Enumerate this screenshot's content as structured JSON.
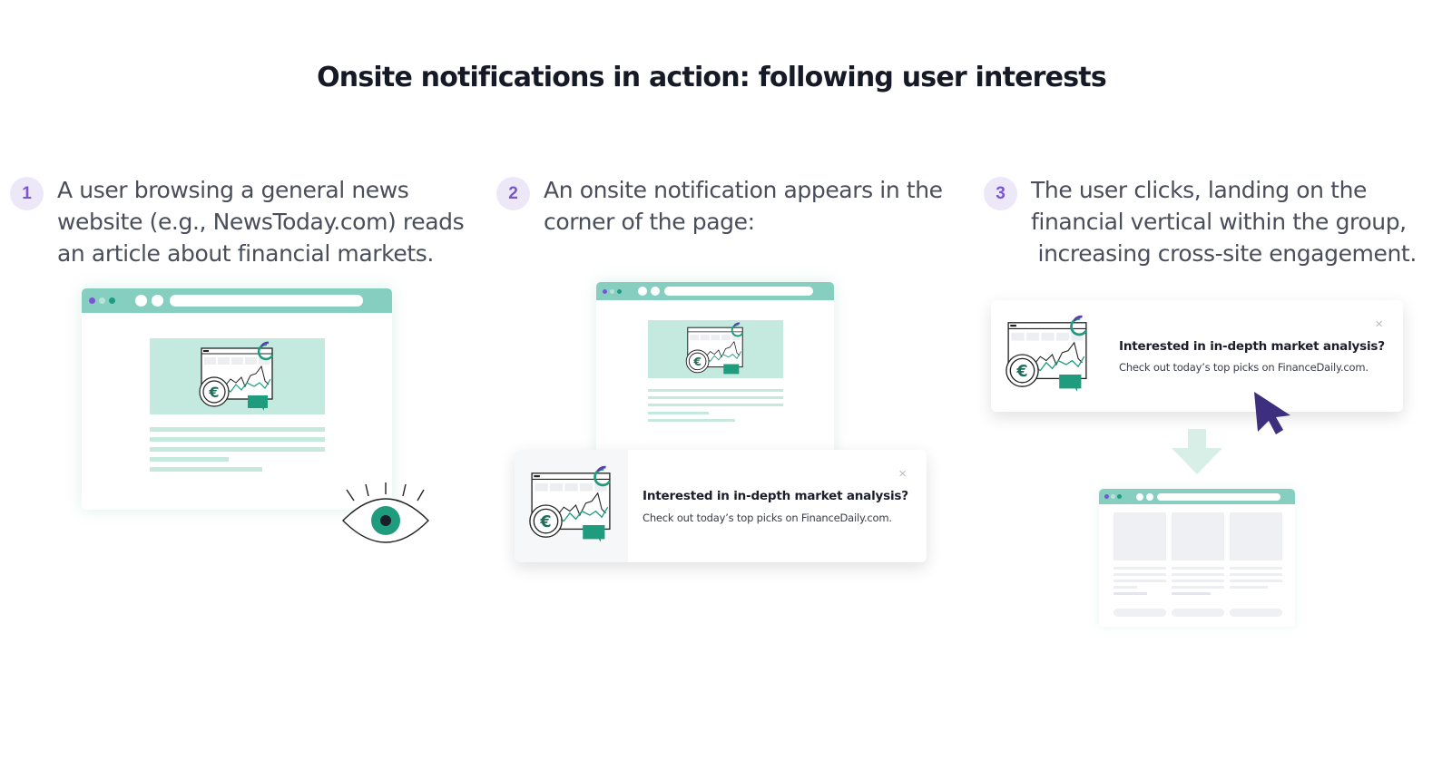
{
  "title": "Onsite notifications in action: following user interests",
  "colors": {
    "accent_green": "#1f9c7e",
    "browser_bar": "#86cfc0",
    "hero_bg": "#c4e9de",
    "badge_bg": "#ece8f8",
    "badge_text": "#7a55cf",
    "cursor": "#3d2f7e"
  },
  "steps": [
    {
      "number": "1",
      "lines": [
        "A user browsing a general news",
        "website (e.g., NewsToday.com) reads",
        "an article about financial markets."
      ],
      "illustration": "news-site-browser-with-eye-icon"
    },
    {
      "number": "2",
      "lines": [
        "An onsite notification appears in the",
        "corner of the page:"
      ],
      "illustration": "browser-with-notification-popup"
    },
    {
      "number": "3",
      "lines": [
        "The user clicks, landing on the",
        "financial vertical within the group,",
        " increasing cross-site engagement."
      ],
      "illustration": "clicked-notification-leading-to-finance-site"
    }
  ],
  "notification": {
    "title": "Interested in in-depth market analysis?",
    "body": "Check out today’s top picks on FinanceDaily.com.",
    "close_icon": "×"
  },
  "icons": {
    "eye": "eye-icon",
    "cursor": "mouse-pointer-icon",
    "arrow": "arrow-down-icon",
    "euro": "€"
  }
}
